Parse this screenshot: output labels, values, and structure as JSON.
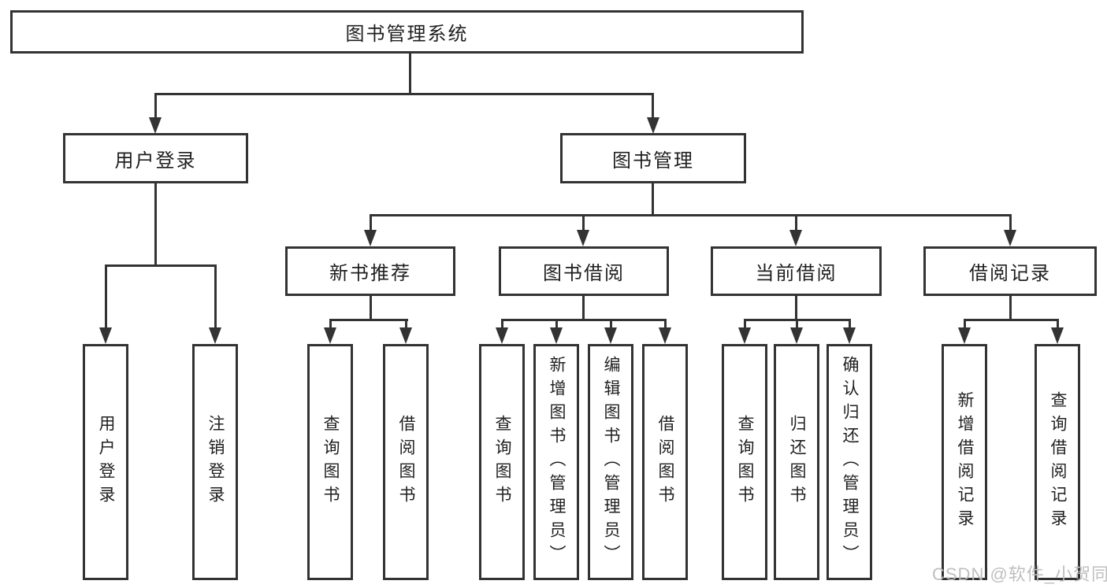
{
  "tree": {
    "root": {
      "label": "图书管理系统"
    },
    "branches": [
      {
        "id": "user-login",
        "label": "用户登录",
        "leaves": [
          {
            "label": "用户登录"
          },
          {
            "label": "注销登录"
          }
        ]
      },
      {
        "id": "book-management",
        "label": "图书管理",
        "groups": [
          {
            "id": "new-book-recommend",
            "label": "新书推荐",
            "leaves": [
              {
                "label": "查询图书"
              },
              {
                "label": "借阅图书"
              }
            ]
          },
          {
            "id": "book-borrow",
            "label": "图书借阅",
            "leaves": [
              {
                "label": "查询图书"
              },
              {
                "label": "新增图书（管理员）"
              },
              {
                "label": "编辑图书（管理员）"
              },
              {
                "label": "借阅图书"
              }
            ]
          },
          {
            "id": "current-borrow",
            "label": "当前借阅",
            "leaves": [
              {
                "label": "查询图书"
              },
              {
                "label": "归还图书"
              },
              {
                "label": "确认归还（管理员）"
              }
            ]
          },
          {
            "id": "borrow-records",
            "label": "借阅记录",
            "leaves": [
              {
                "label": "新增借阅记录"
              },
              {
                "label": "查询借阅记录"
              }
            ]
          }
        ]
      }
    ]
  },
  "watermark": {
    "text": "CSDN @软件_小贺同学"
  },
  "colors": {
    "line": "#333333",
    "text": "#1f1f1f",
    "box_background": "#ffffff",
    "page_background": "#ffffff",
    "watermark": "#bcbcbc"
  }
}
